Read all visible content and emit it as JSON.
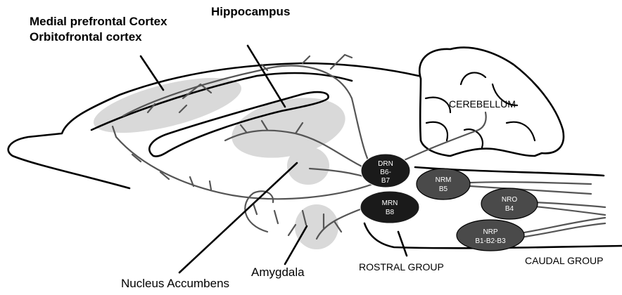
{
  "labels": {
    "mpfc_line1": "Medial prefrontal Cortex",
    "mpfc_line2": "Orbitofrontal cortex",
    "hippocampus": "Hippocampus",
    "cerebellum": "CEREBELLUM",
    "nucleus_accumbens": "Nucleus Accumbens",
    "amygdala": "Amygdala",
    "rostral_group": "ROSTRAL GROUP",
    "caudal_group": "CAUDAL GROUP"
  },
  "nuclei": {
    "drn": {
      "lines": [
        "DRN",
        "B6-",
        "B7"
      ],
      "fill": "#1a1a1a"
    },
    "mrn": {
      "lines": [
        "MRN",
        "B8"
      ],
      "fill": "#1a1a1a"
    },
    "nrm": {
      "lines": [
        "NRM",
        "B5"
      ],
      "fill": "#4a4a4a"
    },
    "nro": {
      "lines": [
        "NRO",
        "B4"
      ],
      "fill": "#4a4a4a"
    },
    "nrp": {
      "lines": [
        "NRP",
        "B1-B2-B3"
      ],
      "fill": "#4a4a4a"
    }
  },
  "colors": {
    "outline": "#000000",
    "fiber": "#555555",
    "region": "#d9d9d9"
  }
}
